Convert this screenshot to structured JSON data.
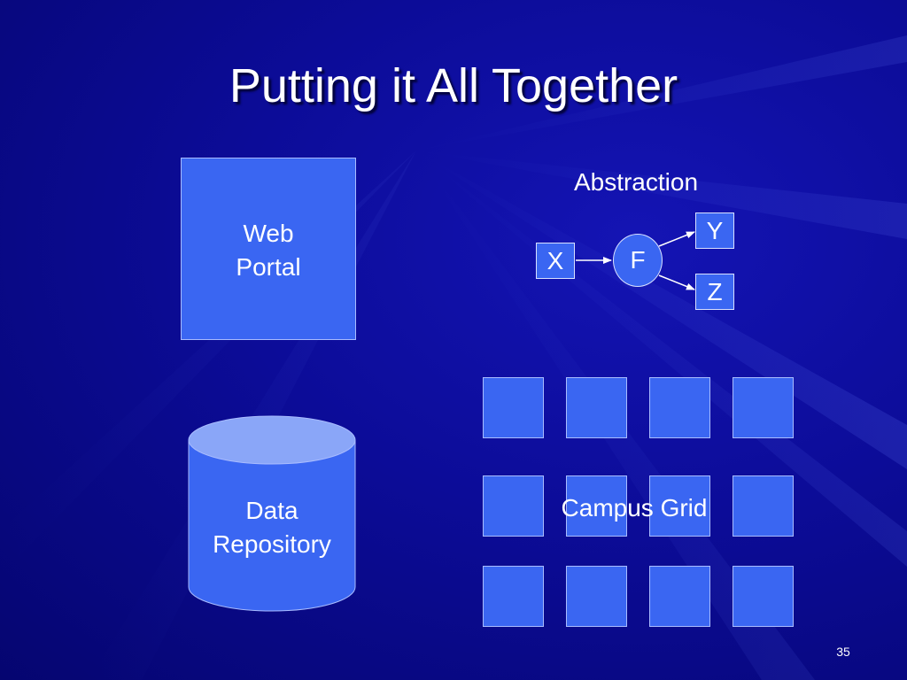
{
  "slide": {
    "title": "Putting it All Together",
    "page_number": "35"
  },
  "web_portal": {
    "line1": "Web",
    "line2": "Portal"
  },
  "data_repository": {
    "line1": "Data",
    "line2": "Repository"
  },
  "abstraction": {
    "label": "Abstraction",
    "nodes": {
      "x": "X",
      "f": "F",
      "y": "Y",
      "z": "Z"
    }
  },
  "campus_grid": {
    "label": "Campus Grid",
    "rows": 3,
    "columns": 4
  },
  "colors": {
    "background": "#0c0c98",
    "shape_fill": "#3a66f2",
    "shape_border": "#a9bcff",
    "cylinder_top": "#8aa6f8",
    "text": "#ffffff"
  }
}
